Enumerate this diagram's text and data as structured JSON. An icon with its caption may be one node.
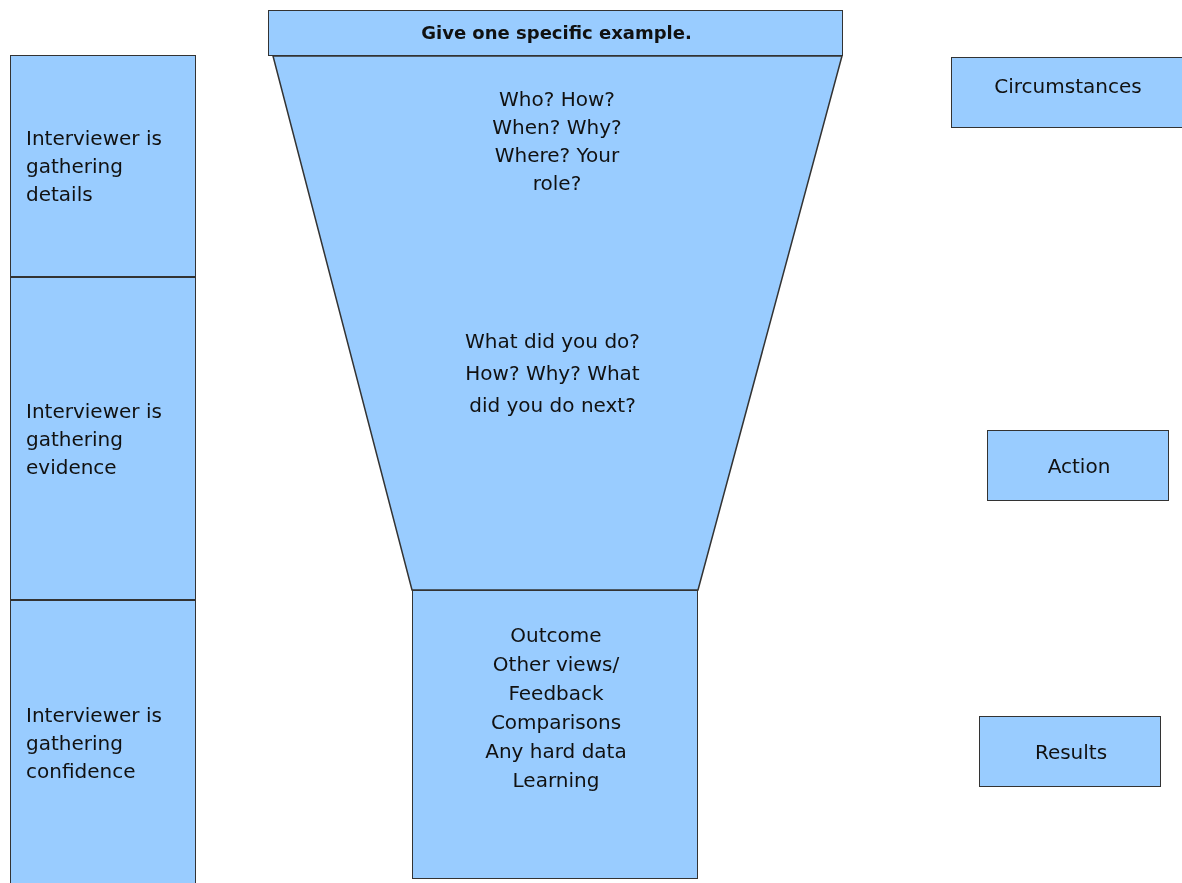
{
  "diagram": {
    "nodes": [
      {
        "text": [
          "Interviewer is gathering details"
        ]
      },
      {
        "text": [
          "Interviewer is gathering evidence"
        ]
      },
      {
        "text": [
          "Interviewer is gathering confidence"
        ]
      },
      {
        "text": [
          "Give one specific example."
        ]
      },
      {
        "text": [
          "Who? How? When? Why? Where? Your role?",
          "What did you do? How? Why? What did you do next?"
        ]
      },
      {
        "text": [
          "Outcome Other views/ Feedback Comparisons Any hard data Learning"
        ]
      },
      {
        "text": [
          "Circumstances"
        ]
      },
      {
        "text": [
          "Action"
        ]
      },
      {
        "text": [
          "Results"
        ]
      }
    ]
  }
}
